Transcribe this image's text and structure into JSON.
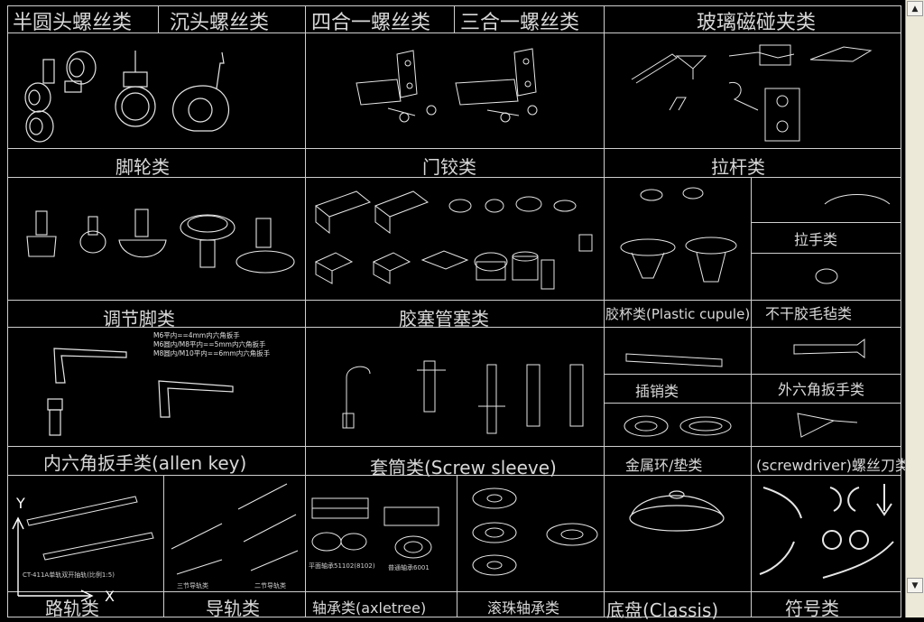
{
  "headers": {
    "h1": "半圆头螺丝类",
    "h2": "沉头螺丝类",
    "h3": "四合一螺丝类",
    "h4": "三合一螺丝类",
    "h5": "玻璃磁碰夹类"
  },
  "labels": {
    "casters": "脚轮类",
    "hinges": "门铰类",
    "pulls": "拉杆类",
    "feet": "调节脚类",
    "plugs": "胶塞管塞类",
    "cups": "胶杯类(Plastic cupule)",
    "felt": "不干胶毛毡类",
    "handles": "拉手类",
    "allen": "内六角扳手类(allen key)",
    "sleeve": "套筒类(Screw sleeve)",
    "pins": "插销类",
    "hexwrench": "外六角扳手类",
    "rings": "金属环/垫类",
    "screwdriver": "(screwdriver)螺丝刀类",
    "rail1": "路轨类",
    "rail2": "导轨类",
    "bearing": "轴承类(axletree)",
    "ballbearing": "滚珠轴承类",
    "chassis": "底盘(Classis)",
    "symbols": "符号类"
  },
  "notes": {
    "allen1": "M6平内==4mm内六角扳手",
    "allen2": "M6圆内/M8平内==5mm内六角扳手",
    "allen3": "M8圆内/M10平内==6mm内六角扳手",
    "rail_caption": "CT-411A单轨双开抽轨(比例1:5)",
    "rail_a": "三节导轨类",
    "rail_b": "二节导轨类",
    "bearing_a": "平面轴承51102(8102)",
    "bearing_b": "普通轴承6001"
  },
  "ucs": {
    "y": "Y",
    "x": "X"
  },
  "scrollbar": {
    "up": "▲",
    "down": "▼"
  }
}
